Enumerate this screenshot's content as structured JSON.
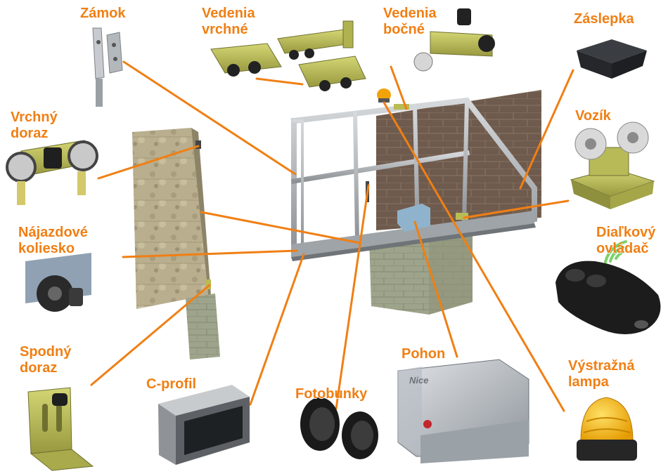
{
  "labels": {
    "zamok": "Zámok",
    "vedenia_vrchne": [
      "Vedenia",
      "vrchné"
    ],
    "vedenia_bocne": [
      "Vedenia",
      "bočné"
    ],
    "zaslepka": "Záslepka",
    "vrchny_doraz": [
      "Vrchný",
      "doraz"
    ],
    "vozik": "Vozík",
    "najazdove_koliesko": [
      "Nájazdové",
      "koliesko"
    ],
    "dialkovy_ovladac": [
      "Diaľkový",
      "ovládač"
    ],
    "spodny_doraz": [
      "Spodný",
      "doraz"
    ],
    "c_profil": "C-profil",
    "fotobunky": "Fotobunky",
    "pohon": "Pohon",
    "vystrazna_lampa": [
      "Výstražná",
      "lampa"
    ],
    "brand": "Nice"
  },
  "colors": {
    "accent": "#f07f14",
    "leader_line": "#f07f14",
    "steel": "#a9adb2",
    "bracket_olive": "#b9bb55",
    "brick": "#6e5a4c",
    "stone": "#b7ad8c",
    "lamp": "#f5b400",
    "remote": "#1c1c1c"
  }
}
